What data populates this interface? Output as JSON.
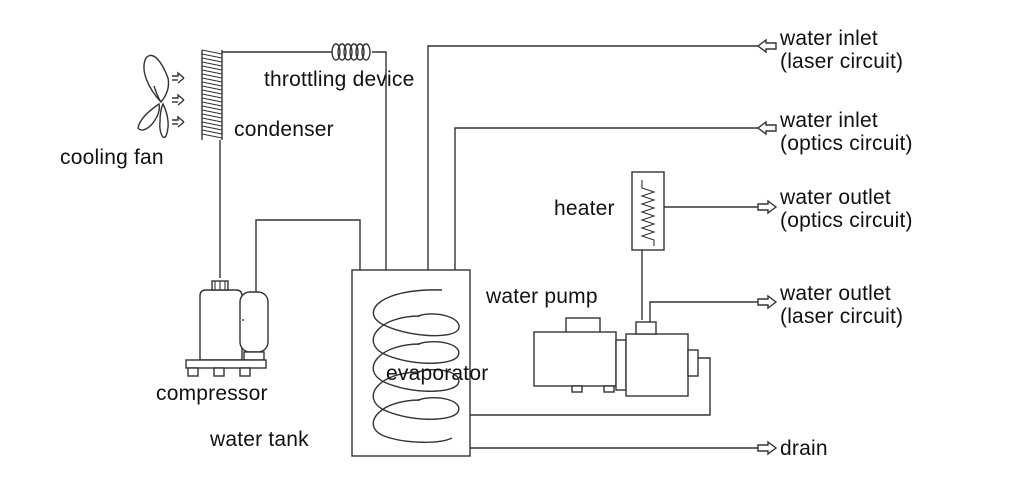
{
  "diagram": {
    "labels": {
      "throttling_device": "throttling device",
      "condenser": "condenser",
      "cooling_fan": "cooling fan",
      "compressor": "compressor",
      "water_tank": "water tank",
      "evaporator": "evaporator",
      "heater": "heater",
      "water_pump": "water pump",
      "water_inlet_laser": [
        "water inlet",
        "(laser circuit)"
      ],
      "water_inlet_optics": [
        "water inlet",
        "(optics circuit)"
      ],
      "water_outlet_optics": [
        "water outlet",
        "(optics circuit)"
      ],
      "water_outlet_laser": [
        "water outlet",
        "(laser circuit)"
      ],
      "drain": "drain"
    },
    "colors": {
      "line": "#333333",
      "text": "#111111",
      "background": "#ffffff"
    }
  }
}
